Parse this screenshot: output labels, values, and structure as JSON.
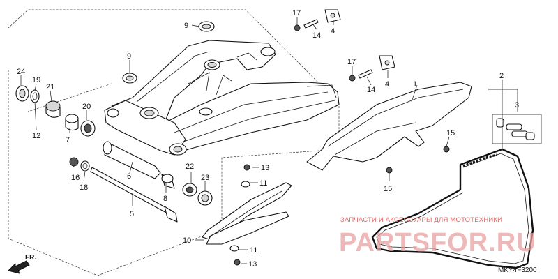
{
  "callouts": [
    {
      "id": "c1",
      "text": "1"
    },
    {
      "id": "c2",
      "text": "2"
    },
    {
      "id": "c3",
      "text": "3"
    },
    {
      "id": "c4a",
      "text": "4"
    },
    {
      "id": "c4b",
      "text": "4"
    },
    {
      "id": "c5",
      "text": "5"
    },
    {
      "id": "c6",
      "text": "6"
    },
    {
      "id": "c7",
      "text": "7"
    },
    {
      "id": "c8",
      "text": "8"
    },
    {
      "id": "c9a",
      "text": "9"
    },
    {
      "id": "c9b",
      "text": "9"
    },
    {
      "id": "c10",
      "text": "10"
    },
    {
      "id": "c11a",
      "text": "11"
    },
    {
      "id": "c11b",
      "text": "11"
    },
    {
      "id": "c12",
      "text": "12"
    },
    {
      "id": "c13a",
      "text": "13"
    },
    {
      "id": "c13b",
      "text": "13"
    },
    {
      "id": "c14a",
      "text": "14"
    },
    {
      "id": "c14b",
      "text": "14"
    },
    {
      "id": "c15a",
      "text": "15"
    },
    {
      "id": "c15b",
      "text": "15"
    },
    {
      "id": "c16",
      "text": "16"
    },
    {
      "id": "c17a",
      "text": "17"
    },
    {
      "id": "c17b",
      "text": "17"
    },
    {
      "id": "c18",
      "text": "18"
    },
    {
      "id": "c19",
      "text": "19"
    },
    {
      "id": "c20",
      "text": "20"
    },
    {
      "id": "c21",
      "text": "21"
    },
    {
      "id": "c22",
      "text": "22"
    },
    {
      "id": "c23",
      "text": "23"
    },
    {
      "id": "c24",
      "text": "24"
    }
  ],
  "direction_label": "FR.",
  "diagram_code": "MKY4F3200",
  "watermark": {
    "subtitle": "ЗАПЧАСТИ И АКСЕССУАРЫ ДЛЯ МОТОТЕХНИКИ",
    "brand": "PARTSFOR.RU"
  }
}
